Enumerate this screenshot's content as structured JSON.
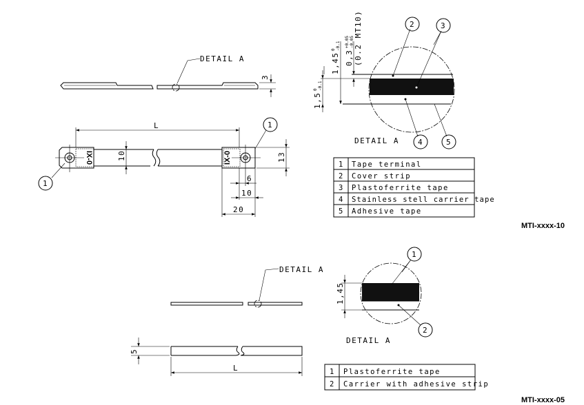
{
  "drawing_top": {
    "side_view": {
      "detail_label": "DETAIL A",
      "thickness_dim": "3"
    },
    "top_view": {
      "length_dim": "L",
      "width_dim": "10",
      "terminal_height_dim": "13",
      "dim_6": "6",
      "dim_10": "10",
      "dim_20": "20",
      "balloon_left": "1",
      "balloon_right": "1"
    },
    "detail": {
      "title": "DETAIL A",
      "dim_total": "1,45",
      "dim_total_tol_upper": "0",
      "dim_total_tol_lower": "-0.1",
      "dim_ferrite": "0,3",
      "dim_ferrite_tol_upper": "+0.05",
      "dim_ferrite_tol_lower": "-0.05",
      "dim_ferrite_note": "(0.2 MT10)",
      "dim_overall": "1,5",
      "dim_overall_tol_upper": "0",
      "dim_overall_tol_lower": "-0.1",
      "balloons": [
        "2",
        "3",
        "4",
        "5"
      ]
    },
    "parts_table": [
      {
        "no": "1",
        "name": "Tape terminal"
      },
      {
        "no": "2",
        "name": "Cover strip"
      },
      {
        "no": "3",
        "name": "Plastoferrite tape"
      },
      {
        "no": "4",
        "name": "Stainless stell carrier tape"
      },
      {
        "no": "5",
        "name": "Adhesive tape"
      }
    ],
    "model_code": "MTI-xxxx-10"
  },
  "drawing_bottom": {
    "side_view": {
      "detail_label": "DETAIL A"
    },
    "top_view": {
      "width_dim": "5",
      "length_dim": "L"
    },
    "detail": {
      "title": "DETAIL A",
      "dim_total": "1,45",
      "balloons": [
        "1",
        "2"
      ]
    },
    "parts_table": [
      {
        "no": "1",
        "name": "Plastoferrite tape"
      },
      {
        "no": "2",
        "name": "Carrier with adhesive strip"
      }
    ],
    "model_code": "MTI-xxxx-05"
  }
}
